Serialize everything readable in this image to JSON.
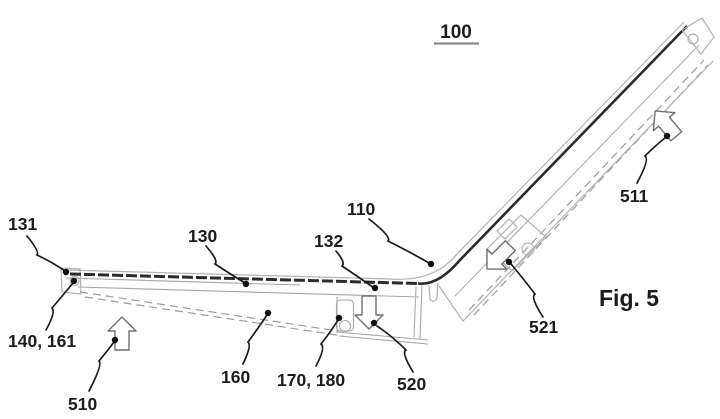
{
  "figure": {
    "device_number": "100",
    "caption": "Fig. 5"
  },
  "reference_labels": {
    "n110": "110",
    "n130": "130",
    "n131": "131",
    "n132": "132",
    "n140_161": "140, 161",
    "n160": "160",
    "n170_180": "170, 180",
    "n510": "510",
    "n511": "511",
    "n520": "520",
    "n521": "521"
  },
  "icons": {
    "arrow_510": "hollow-arrow-up",
    "arrow_511": "hollow-arrow-up-left",
    "arrow_520": "hollow-arrow-down",
    "arrow_521": "hollow-arrow-down-left"
  },
  "colors": {
    "line_dark": "#2b2b2b",
    "line_light": "#b2b2b2",
    "leader": "#1a1a1a",
    "background": "#ffffff"
  }
}
